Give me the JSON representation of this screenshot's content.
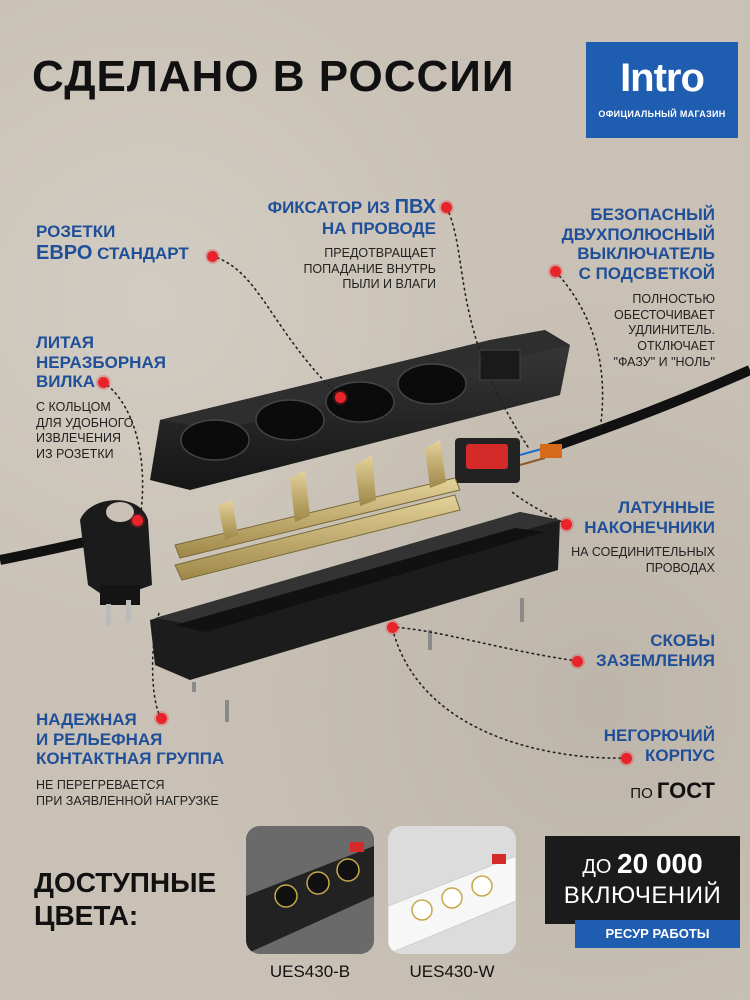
{
  "header": {
    "title": "СДЕЛАНО В РОССИИ",
    "brand": "Intro",
    "brand_sub": "ОФИЦИАЛЬНЫЙ МАГАЗИН"
  },
  "callouts": {
    "sockets": {
      "line1": "РОЗЕТКИ",
      "line2_big": "ЕВРО",
      "line2_rest": " СТАНДАРТ"
    },
    "clamp": {
      "title_a": "ФИКСАТОР ИЗ ",
      "title_big": "ПВХ",
      "title_b": "НА ПРОВОДЕ",
      "desc": [
        "ПРЕДОТВРАЩАЕТ",
        "ПОПАДАНИЕ ВНУТРЬ",
        "ПЫЛИ И ВЛАГИ"
      ]
    },
    "switch": {
      "title": [
        "БЕЗОПАСНЫЙ",
        "ДВУХПОЛЮСНЫЙ",
        "ВЫКЛЮЧАТЕЛЬ",
        "С ПОДСВЕТКОЙ"
      ],
      "desc": [
        "ПОЛНОСТЬЮ",
        "ОБЕСТОЧИВАЕТ",
        "УДЛИНИТЕЛЬ.",
        "ОТКЛЮЧАЕТ",
        "\"ФАЗУ\" И \"НОЛЬ\""
      ]
    },
    "plug": {
      "title": [
        "ЛИТАЯ",
        "НЕРАЗБОРНАЯ",
        "ВИЛКА"
      ],
      "desc": [
        "С КОЛЬЦОМ",
        "ДЛЯ УДОБНОГО",
        "ИЗВЛЕЧЕНИЯ",
        "ИЗ РОЗЕТКИ"
      ]
    },
    "brass": {
      "title": [
        "ЛАТУННЫЕ",
        "НАКОНЕЧНИКИ"
      ],
      "desc": [
        "НА СОЕДИНИТЕЛЬНЫХ",
        "ПРОВОДАХ"
      ]
    },
    "ground": {
      "title": [
        "СКОБЫ",
        "ЗАЗЕМЛЕНИЯ"
      ]
    },
    "contacts": {
      "title": [
        "НАДЕЖНАЯ",
        "И РЕЛЬЕФНАЯ",
        "КОНТАКТНАЯ ГРУППА"
      ],
      "desc": [
        "НЕ ПЕРЕГРЕВАЕТСЯ",
        "ПРИ ЗАЯВЛЕННОЙ НАГРУЗКЕ"
      ]
    },
    "body": {
      "title": [
        "НЕГОРЮЧИЙ",
        "КОРПУС"
      ],
      "sub_a": "ПО ",
      "sub_big": "ГОСТ"
    }
  },
  "colors": {
    "title": [
      "ДОСТУПНЫЕ",
      "ЦВЕТА:"
    ],
    "variants": [
      {
        "model": "UES430-B",
        "color": "#2b2b2b"
      },
      {
        "model": "UES430-W",
        "color": "#eeeeee"
      }
    ]
  },
  "counter": {
    "prefix": "ДО ",
    "value": "20 000",
    "line2": "ВКЛЮЧЕНИЙ",
    "badge": "РЕСУР РАБОТЫ"
  },
  "palette": {
    "accent_blue": "#1f5db0",
    "marker_red": "#e8232a",
    "body_black": "#1c1c1c",
    "brass": "#c8b073"
  }
}
